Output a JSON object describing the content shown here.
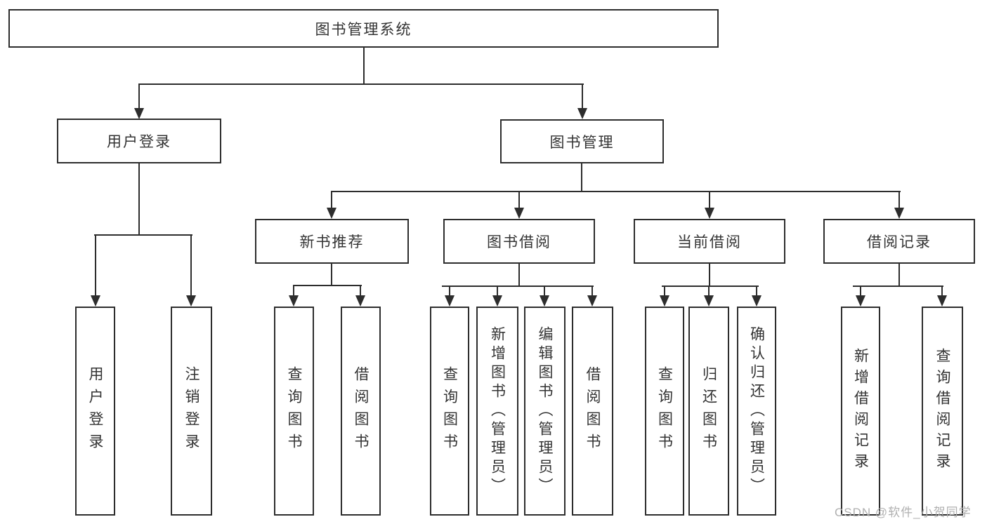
{
  "tree": {
    "root": "图书管理系统",
    "branches": [
      {
        "label": "用户登录",
        "children": [
          {
            "label": "用户登录"
          },
          {
            "label": "注销登录"
          }
        ]
      },
      {
        "label": "图书管理",
        "children": [
          {
            "label": "新书推荐",
            "children": [
              {
                "label": "查询图书"
              },
              {
                "label": "借阅图书"
              }
            ]
          },
          {
            "label": "图书借阅",
            "children": [
              {
                "label": "查询图书"
              },
              {
                "label": "新增图书（管理员）"
              },
              {
                "label": "编辑图书（管理员）"
              },
              {
                "label": "借阅图书"
              }
            ]
          },
          {
            "label": "当前借阅",
            "children": [
              {
                "label": "查询图书"
              },
              {
                "label": "归还图书"
              },
              {
                "label": "确认归还（管理员）"
              }
            ]
          },
          {
            "label": "借阅记录",
            "children": [
              {
                "label": "新增借阅记录"
              },
              {
                "label": "查询借阅记录"
              }
            ]
          }
        ]
      }
    ]
  },
  "watermark": {
    "text": "CSDN @软件_小贺同学",
    "color": "#b0b0b0"
  },
  "colors": {
    "line": "#2d2d2d",
    "text": "#333333",
    "background": "#ffffff"
  }
}
